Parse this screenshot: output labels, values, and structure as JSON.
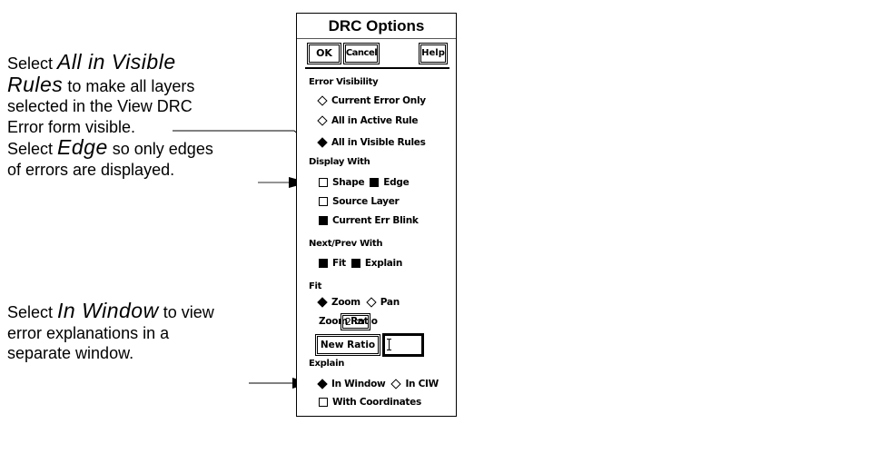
{
  "annotations": {
    "note1": {
      "line1_prefix": "Select ",
      "line1_em": "All in Visible",
      "line2_em": "Rules",
      "line2_suffix": " to make all layers",
      "line3": "selected in the View DRC",
      "line4": "Error form visible.",
      "line5_prefix": "Select ",
      "line5_em": "Edge",
      "line5_suffix": " so only edges",
      "line6": "of errors are displayed."
    },
    "note2": {
      "line1_prefix": "Select ",
      "line1_em": "In Window",
      "line1_suffix": " to view",
      "line2": "error explanations in a",
      "line3": "separate window."
    }
  },
  "form": {
    "title": "DRC Options",
    "buttons": {
      "ok": "OK",
      "cancel": "Cancel",
      "help": "Help"
    },
    "error_visibility": {
      "label": "Error Visibility",
      "options": [
        {
          "label": "Current Error Only",
          "selected": false,
          "icon": "diamond-radio-icon"
        },
        {
          "label": "All in Active Rule",
          "selected": false,
          "icon": "diamond-radio-icon"
        },
        {
          "label": "All in Visible Rules",
          "selected": true,
          "icon": "diamond-radio-icon"
        }
      ]
    },
    "display_with": {
      "label": "Display With",
      "options": [
        {
          "label": "Shape",
          "checked": false,
          "icon": "checkbox-icon"
        },
        {
          "label": "Edge",
          "checked": true,
          "icon": "checkbox-icon"
        },
        {
          "label": "Source Layer",
          "checked": false,
          "icon": "checkbox-icon"
        },
        {
          "label": "Current Err Blink",
          "checked": true,
          "icon": "checkbox-icon"
        }
      ]
    },
    "next_prev_with": {
      "label": "Next/Prev With",
      "options": [
        {
          "label": "Fit",
          "checked": true,
          "icon": "checkbox-icon"
        },
        {
          "label": "Explain",
          "checked": true,
          "icon": "checkbox-icon"
        }
      ]
    },
    "fit": {
      "label": "Fit",
      "options": [
        {
          "label": "Zoom",
          "selected": true,
          "icon": "diamond-radio-icon"
        },
        {
          "label": "Pan",
          "selected": false,
          "icon": "diamond-radio-icon"
        }
      ],
      "zoom_ratio_label": "Zoom Ratio",
      "zoom_ratio_value": "2",
      "new_ratio_button": "New Ratio",
      "new_ratio_value": ""
    },
    "explain": {
      "label": "Explain",
      "options": [
        {
          "label": "In Window",
          "selected": true,
          "icon": "diamond-radio-icon"
        },
        {
          "label": "In CIW",
          "selected": false,
          "icon": "diamond-radio-icon"
        }
      ],
      "with_coordinates": {
        "label": "With Coordinates",
        "checked": false,
        "icon": "checkbox-icon"
      }
    }
  }
}
